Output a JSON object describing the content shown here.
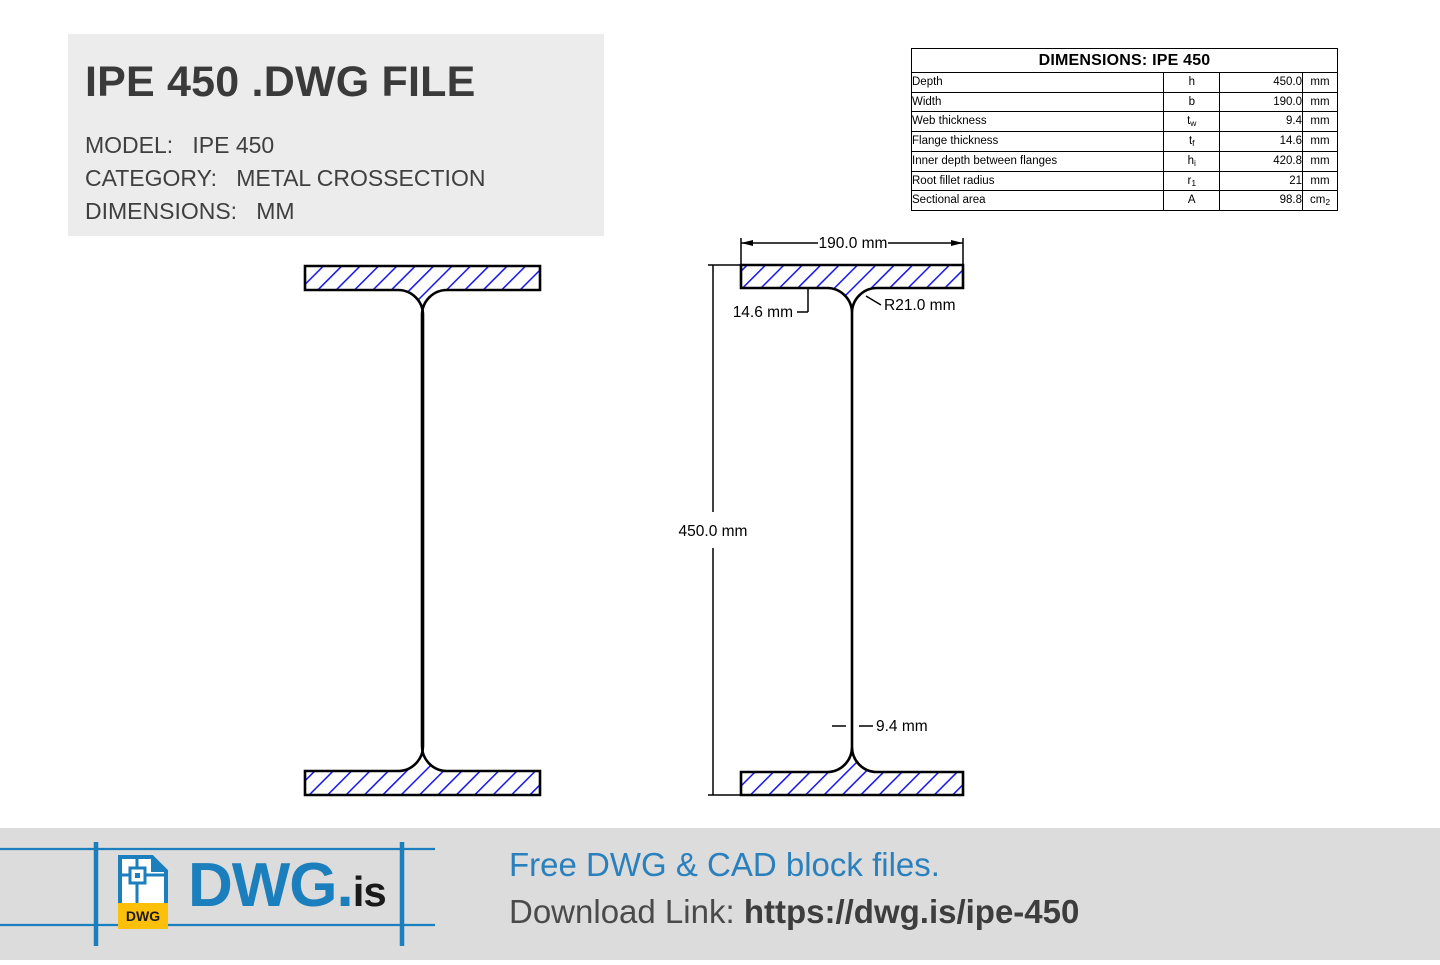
{
  "header": {
    "title": "IPE 450 .DWG FILE",
    "meta": [
      {
        "label": "MODEL:",
        "value": "IPE 450"
      },
      {
        "label": "CATEGORY:",
        "value": "METAL CROSSECTION"
      },
      {
        "label": "DIMENSIONS:",
        "value": "MM"
      }
    ],
    "background_color": "#ececec"
  },
  "table": {
    "title": "DIMENSIONS: IPE 450",
    "rows": [
      {
        "name": "Depth",
        "symbol": "h",
        "sub": "",
        "value": "450.0",
        "unit": "mm",
        "unit_sup": ""
      },
      {
        "name": "Width",
        "symbol": "b",
        "sub": "",
        "value": "190.0",
        "unit": "mm",
        "unit_sup": ""
      },
      {
        "name": "Web thickness",
        "symbol": "t",
        "sub": "w",
        "value": "9.4",
        "unit": "mm",
        "unit_sup": ""
      },
      {
        "name": "Flange thickness",
        "symbol": "t",
        "sub": "f",
        "value": "14.6",
        "unit": "mm",
        "unit_sup": ""
      },
      {
        "name": "Inner depth between flanges",
        "symbol": "h",
        "sub": "i",
        "value": "420.8",
        "unit": "mm",
        "unit_sup": ""
      },
      {
        "name": "Root fillet radius",
        "symbol": "r",
        "sub": "1",
        "value": "21",
        "unit": "mm",
        "unit_sup": ""
      },
      {
        "name": "Sectional area",
        "symbol": "A",
        "sub": "",
        "value": "98.8",
        "unit": "cm",
        "unit_sup": "2"
      }
    ]
  },
  "drawing": {
    "hatch_color": "#1a1ae6",
    "outline_color": "#000000",
    "annotations": {
      "width": "190.0 mm",
      "flange_thickness": "14.6 mm",
      "fillet_radius": "R21.0 mm",
      "depth": "450.0 mm",
      "web_thickness": "9.4 mm"
    }
  },
  "footer": {
    "background_color": "#dcdcdc",
    "logo": {
      "brand_primary": "DWG",
      "brand_dot": ".",
      "brand_suffix": "is",
      "icon_badge_label": "DWG",
      "icon_badge_color": "#fcbf0a",
      "icon_outline_color": "#1b7ebd",
      "guide_color": "#1b7ebd"
    },
    "tagline": "Free DWG & CAD block files.",
    "download_label": "Download Link: ",
    "url": "https://dwg.is/ipe-450"
  }
}
